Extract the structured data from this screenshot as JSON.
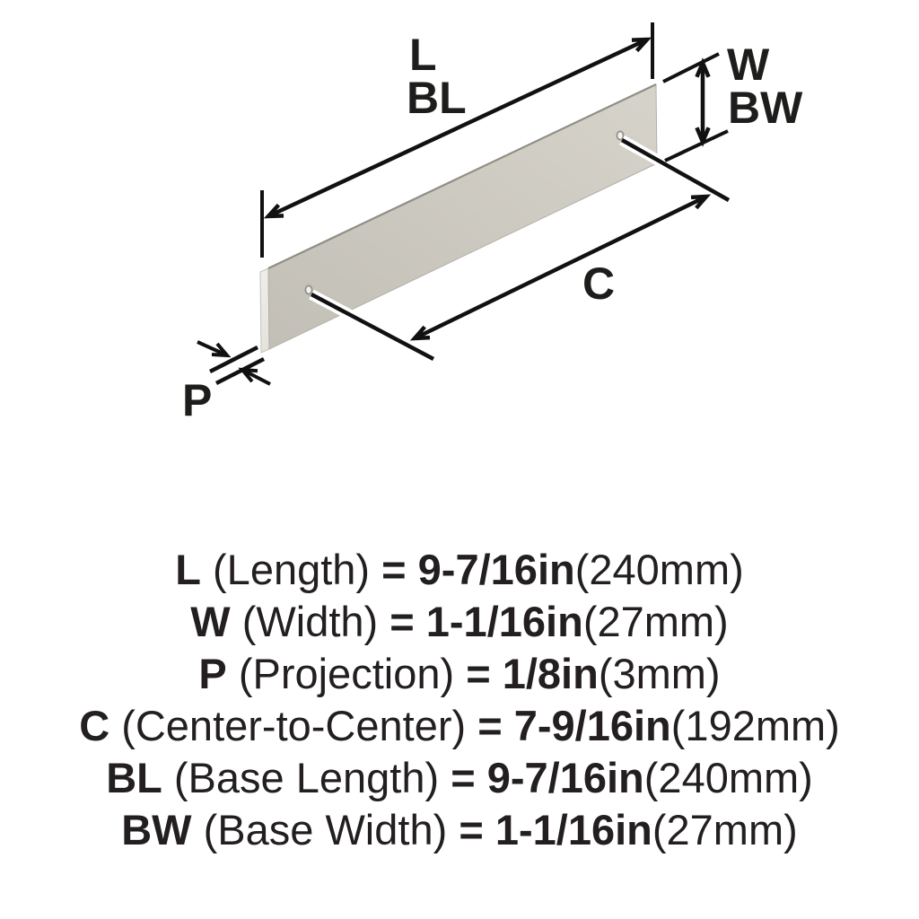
{
  "diagram": {
    "labels": {
      "L": "L",
      "BL": "BL",
      "W": "W",
      "BW": "BW",
      "C": "C",
      "P": "P"
    },
    "plate_color_light": "#d6d3cb",
    "plate_color_dark": "#c3c0b7",
    "plate_edge_color": "#eceae4",
    "line_color": "#111111"
  },
  "specs": {
    "equals": "=",
    "lines": [
      {
        "code": "L",
        "desc": "(Length)",
        "value": "9-7/16in",
        "metric": "(240mm)"
      },
      {
        "code": "W",
        "desc": "(Width)",
        "value": "1-1/16in",
        "metric": "(27mm)"
      },
      {
        "code": "P",
        "desc": "(Projection)",
        "value": "1/8in",
        "metric": "(3mm)"
      },
      {
        "code": "C",
        "desc": "(Center-to-Center)",
        "value": "7-9/16in",
        "metric": "(192mm)"
      },
      {
        "code": "BL",
        "desc": "(Base Length)",
        "value": "9-7/16in",
        "metric": "(240mm)"
      },
      {
        "code": "BW",
        "desc": "(Base Width)",
        "value": "1-1/16in",
        "metric": "(27mm)"
      }
    ]
  }
}
